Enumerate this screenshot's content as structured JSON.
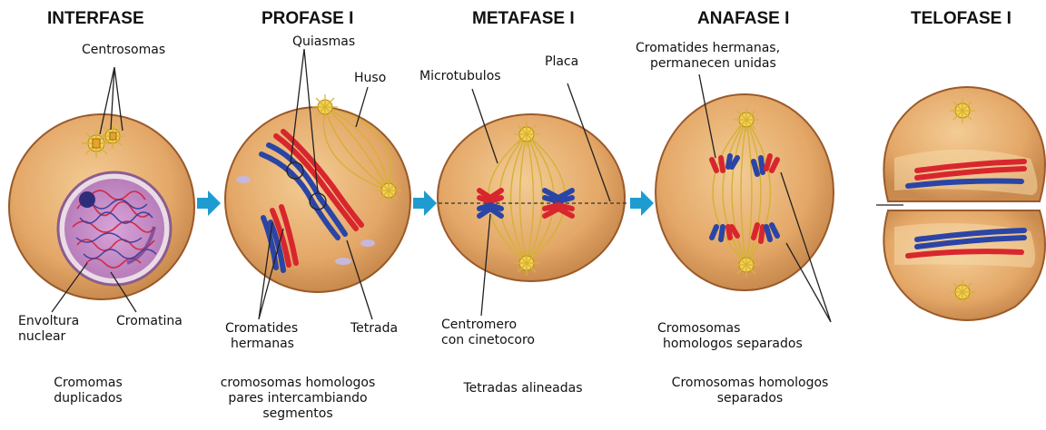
{
  "phases": [
    {
      "title": "INTERFASE",
      "caption": [
        "Cromomas",
        "duplicados"
      ]
    },
    {
      "title": "PROFASE I",
      "caption": [
        "cromosomas homologos",
        "pares intercambiando",
        "segmentos"
      ]
    },
    {
      "title": "METAFASE I",
      "caption": [
        "Tetradas alineadas"
      ]
    },
    {
      "title": "ANAFASE I",
      "caption": [
        "Cromosomas homologos",
        "separados"
      ]
    },
    {
      "title": "TELOFASE I",
      "caption": []
    }
  ],
  "labels": {
    "centrosomas": "Centrosomas",
    "envoltura_nuclear": [
      "Envoltura",
      "nuclear"
    ],
    "cromatina": "Cromatina",
    "quiasmas": "Quiasmas",
    "huso": "Huso",
    "cromatides_hermanas": [
      "Cromatides",
      "hermanas"
    ],
    "tetrada": "Tetrada",
    "microtubulos": "Microtubulos",
    "placa": "Placa",
    "centromero": [
      "Centromero",
      "con cinetocoro"
    ],
    "cromatides_unidas": [
      "Cromatides  hermanas,",
      "permanecen  unidas"
    ],
    "cromosomas_separados": [
      "Cromosomas",
      "homologos separados"
    ]
  },
  "colors": {
    "cell_fill": "#E4A868",
    "cell_edge": "#9A5A2A",
    "spindle": "#C9A62E",
    "chromosome_red": "#D8262E",
    "chromosome_blue": "#2B45A6",
    "arrow": "#1E9BD0",
    "nucleus": "#C890C8"
  },
  "icons": [
    "right-arrow-icon",
    "centrosome-icon"
  ]
}
